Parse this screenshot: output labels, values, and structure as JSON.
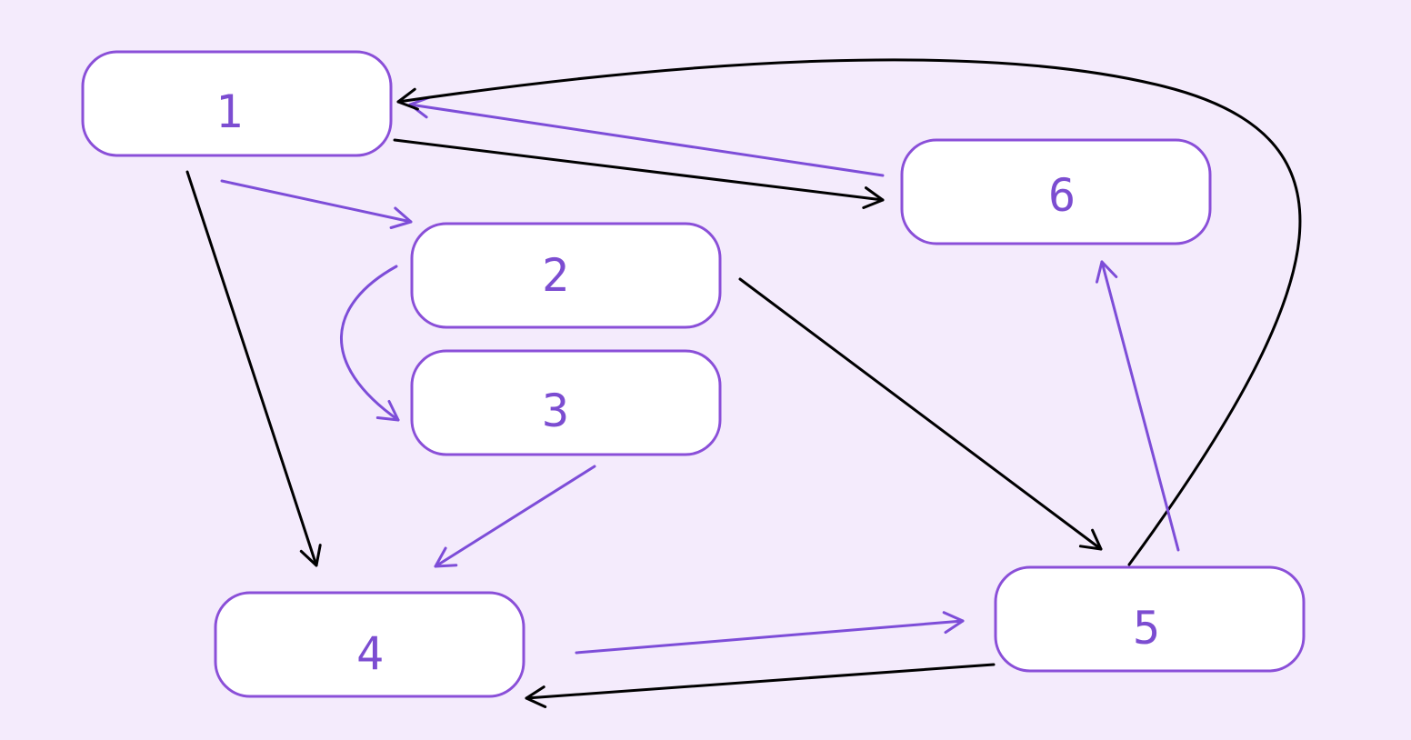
{
  "colors": {
    "background": "#f4ebfc",
    "node_fill": "#ffffff",
    "node_border": "#8a4fd8",
    "label": "#7c4dd1",
    "edge_purple": "#7d4dd8",
    "edge_black": "#000000"
  },
  "nodes": [
    {
      "id": "1",
      "label": "1"
    },
    {
      "id": "2",
      "label": "2"
    },
    {
      "id": "3",
      "label": "3"
    },
    {
      "id": "4",
      "label": "4"
    },
    {
      "id": "5",
      "label": "5"
    },
    {
      "id": "6",
      "label": "6"
    }
  ],
  "edges": [
    {
      "from": "1",
      "to": "2",
      "color": "purple"
    },
    {
      "from": "1",
      "to": "4",
      "color": "black"
    },
    {
      "from": "1",
      "to": "6",
      "color": "black"
    },
    {
      "from": "6",
      "to": "1",
      "color": "purple"
    },
    {
      "from": "5",
      "to": "1",
      "color": "black"
    },
    {
      "from": "2",
      "to": "3",
      "color": "purple"
    },
    {
      "from": "2",
      "to": "5",
      "color": "black"
    },
    {
      "from": "3",
      "to": "4",
      "color": "purple"
    },
    {
      "from": "4",
      "to": "5",
      "color": "purple"
    },
    {
      "from": "5",
      "to": "4",
      "color": "black"
    },
    {
      "from": "5",
      "to": "6",
      "color": "purple"
    }
  ]
}
